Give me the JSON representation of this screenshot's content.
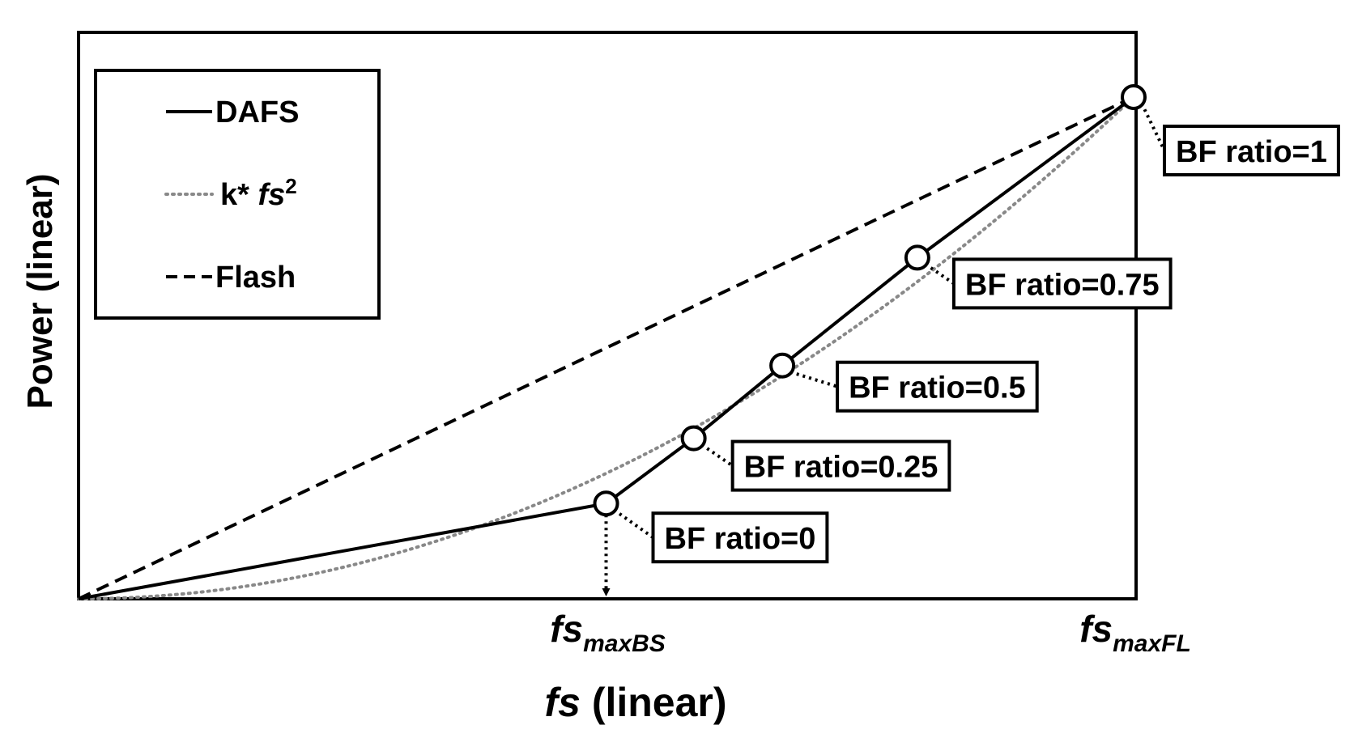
{
  "chart_data": {
    "type": "line",
    "xlabel": {
      "italic": "fs",
      "rest": " (linear)"
    },
    "ylabel": "Power (linear)",
    "xlim": [
      0,
      1
    ],
    "ylim": [
      0,
      1
    ],
    "x_ticks": [
      {
        "x": 0.5,
        "main": "fs",
        "sub": "maxBS"
      },
      {
        "x": 1.0,
        "main": "fs",
        "sub": "maxFL"
      }
    ],
    "series": [
      {
        "name": "DAFS",
        "style": "solid",
        "color": "#000000",
        "points": [
          [
            0,
            0
          ],
          [
            0.5,
            0.19
          ],
          [
            0.583,
            0.32
          ],
          [
            0.667,
            0.465
          ],
          [
            0.795,
            0.68
          ],
          [
            1.0,
            1.0
          ]
        ]
      },
      {
        "name": "k* fs2",
        "style": "dotted",
        "color": "#888888",
        "function": "k*x^2",
        "k": 1.0
      },
      {
        "name": "Flash",
        "style": "dashed",
        "color": "#000000",
        "points": [
          [
            0,
            0
          ],
          [
            1.0,
            1.0
          ]
        ]
      }
    ],
    "legend": {
      "position": "top-left",
      "entries": [
        {
          "id": "dafs",
          "style": "solid",
          "label": "DAFS"
        },
        {
          "id": "kfs2",
          "style": "dotted",
          "label_prefix": "k* ",
          "label_italic": "fs",
          "label_sup": "2"
        },
        {
          "id": "flash",
          "style": "dashed",
          "label": "Flash"
        }
      ]
    },
    "annotations": [
      {
        "label": "BF ratio=0",
        "point": [
          0.5,
          0.19
        ]
      },
      {
        "label": "BF ratio=0.25",
        "point": [
          0.583,
          0.32
        ]
      },
      {
        "label": "BF ratio=0.5",
        "point": [
          0.667,
          0.465
        ]
      },
      {
        "label": "BF ratio=0.75",
        "point": [
          0.795,
          0.68
        ]
      },
      {
        "label": "BF ratio=1",
        "point": [
          1.0,
          1.0
        ]
      }
    ],
    "markers": [
      [
        0.5,
        0.19
      ],
      [
        0.583,
        0.32
      ],
      [
        0.667,
        0.465
      ],
      [
        0.795,
        0.68
      ],
      [
        1.0,
        1.0
      ]
    ],
    "drop_arrow": {
      "from": [
        0.5,
        0.19
      ],
      "to_axis": true
    }
  }
}
